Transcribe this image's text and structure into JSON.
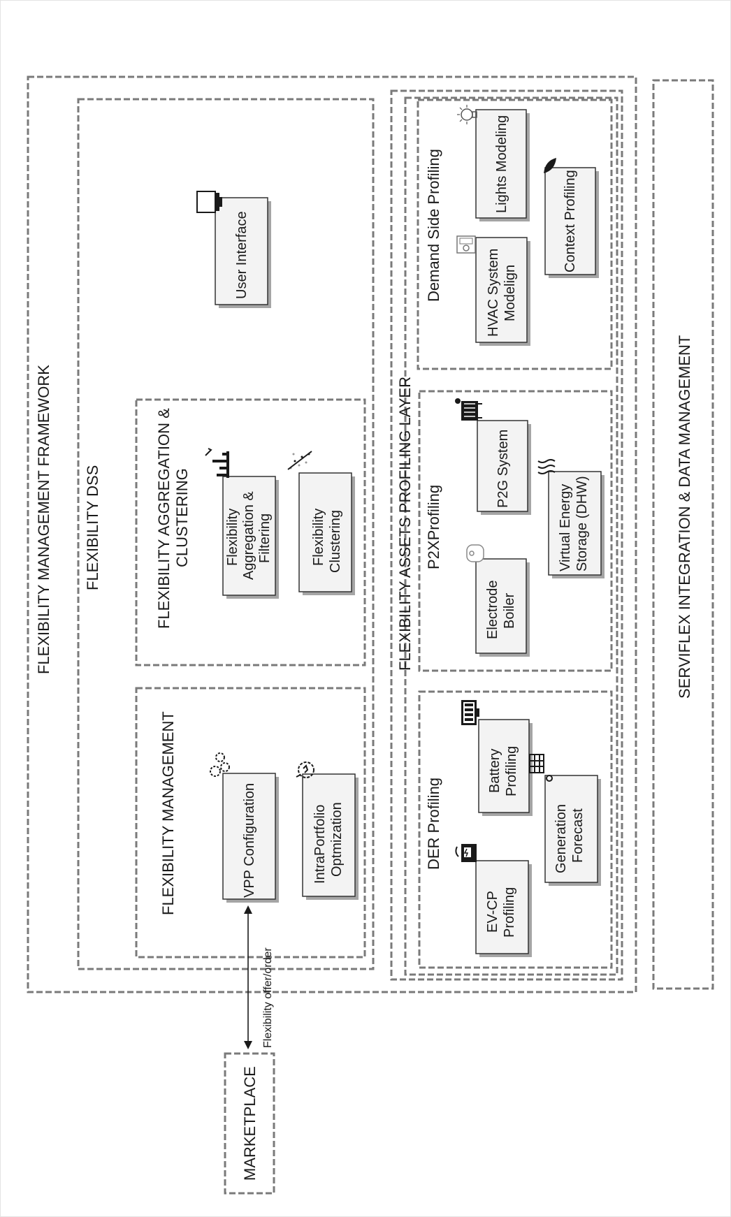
{
  "diagram": {
    "framework_title": "FLEXIBILITY MANAGEMENT FRAMEWORK",
    "dss_title": "FLEXIBILITY DSS",
    "flex_mgmt_title": "FLEXIBILITY MANAGEMENT",
    "flex_agg_title_line1": "FLEXIBILITY AGGREGATION &",
    "flex_agg_title_line2": "CLUSTERING",
    "assets_layer_title": "FLEXIBILITY ASSETS PROFILING LAYER",
    "der_title": "DER Profiling",
    "p2x_title": "P2XProfiling",
    "demand_title": "Demand Side Profiling",
    "serviflex_title": "SERVIFLEX INTEGRATION & DATA MANAGEMENT",
    "marketplace": "MARKETPLACE",
    "arrow_label": "Flexibility offer/order",
    "components": {
      "user_interface": "User Interface",
      "vpp_configuration": "VPP Configuration",
      "intraportfolio_line1": "IntraPortfolio",
      "intraportfolio_line2": "Optmization",
      "agg_filter_line1": "Flexibility",
      "agg_filter_line2": "Aggregation &",
      "agg_filter_line3": "Filtering",
      "clustering_line1": "Flexibility",
      "clustering_line2": "Clustering",
      "evcp_line1": "EV-CP",
      "evcp_line2": "Profiling",
      "battery_line1": "Battery",
      "battery_line2": "Profiling",
      "generation_line1": "Generation",
      "generation_line2": "Forecast",
      "electrode_line1": "Electrode",
      "electrode_line2": "Boiler",
      "p2g": "P2G System",
      "ves_line1": "Virtual Energy",
      "ves_line2": "Storage (DHW)",
      "hvac_line1": "HVAC System",
      "hvac_line2": "Modelign",
      "lights": "Lights Modeling",
      "context": "Context Profiling"
    },
    "icons": [
      "monitor-icon",
      "gears-icon",
      "optimization-gear-icon",
      "hand-chart-icon",
      "scatter-icon",
      "ev-charger-icon",
      "battery-icon",
      "solar-panel-icon",
      "boiler-icon",
      "electrolyzer-icon",
      "heat-waves-icon",
      "hvac-icon",
      "lightbulb-icon",
      "leaf-icon"
    ]
  }
}
